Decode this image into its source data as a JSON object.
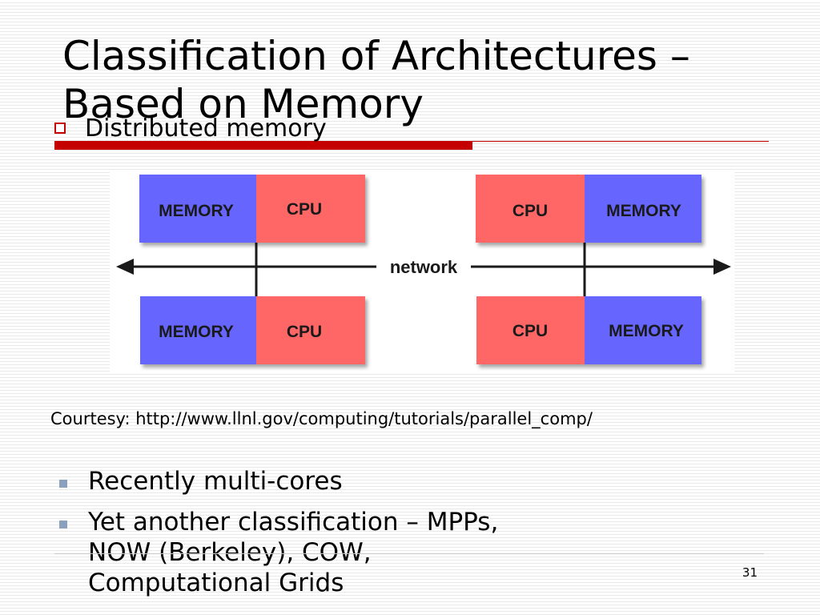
{
  "slide": {
    "title_line1": "Classification of Architectures –",
    "title_line2": "Based on Memory",
    "bullet_main": "Distributed memory",
    "courtesy": "Courtesy: http://www.llnl.gov/computing/tutorials/parallel_comp/",
    "bullets": [
      "Recently multi-cores",
      "Yet another classification – MPPs,",
      "NOW (Berkeley), COW,",
      "Computational Grids"
    ],
    "page_number": "31"
  },
  "diagram": {
    "network_label": "network",
    "memory_label": "MEMORY",
    "cpu_label": "CPU",
    "colors": {
      "memory": "#6666ff",
      "cpu": "#ff6666",
      "line": "#1a1a1a"
    }
  },
  "colors": {
    "accent": "#c40000",
    "bullet_square": "#8aa0bc"
  }
}
